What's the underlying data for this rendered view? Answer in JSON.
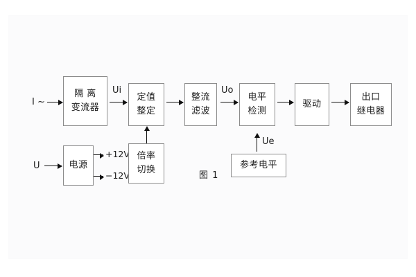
{
  "figure": {
    "caption": "图 1",
    "inputs": {
      "current": "I ~",
      "voltage": "U"
    },
    "blocks": [
      {
        "id": "isolation-ct",
        "line1": "隔 离",
        "line2": "变流器"
      },
      {
        "id": "setting",
        "line1": "定值",
        "line2": "整定"
      },
      {
        "id": "rectifier-filter",
        "line1": "整流",
        "line2": "滤波"
      },
      {
        "id": "level-detect",
        "line1": "电平",
        "line2": "检测"
      },
      {
        "id": "driver",
        "line1": "驱动",
        "line2": ""
      },
      {
        "id": "output-relay",
        "line1": "出口",
        "line2": "继电器"
      },
      {
        "id": "power-supply",
        "line1": "电源",
        "line2": ""
      },
      {
        "id": "multiplier-switch",
        "line1": "倍率",
        "line2": "切换"
      },
      {
        "id": "reference-level",
        "line1": "参考电平",
        "line2": ""
      }
    ],
    "signals": {
      "ui": "Ui",
      "uo": "Uo",
      "ue": "Ue",
      "rail_positive": "+12V",
      "rail_negative": "−12V"
    },
    "colors": {
      "box_border": "#8c8c8c",
      "arrow": "#111111",
      "text": "#1b1b1b",
      "background": "#ffffff"
    }
  }
}
